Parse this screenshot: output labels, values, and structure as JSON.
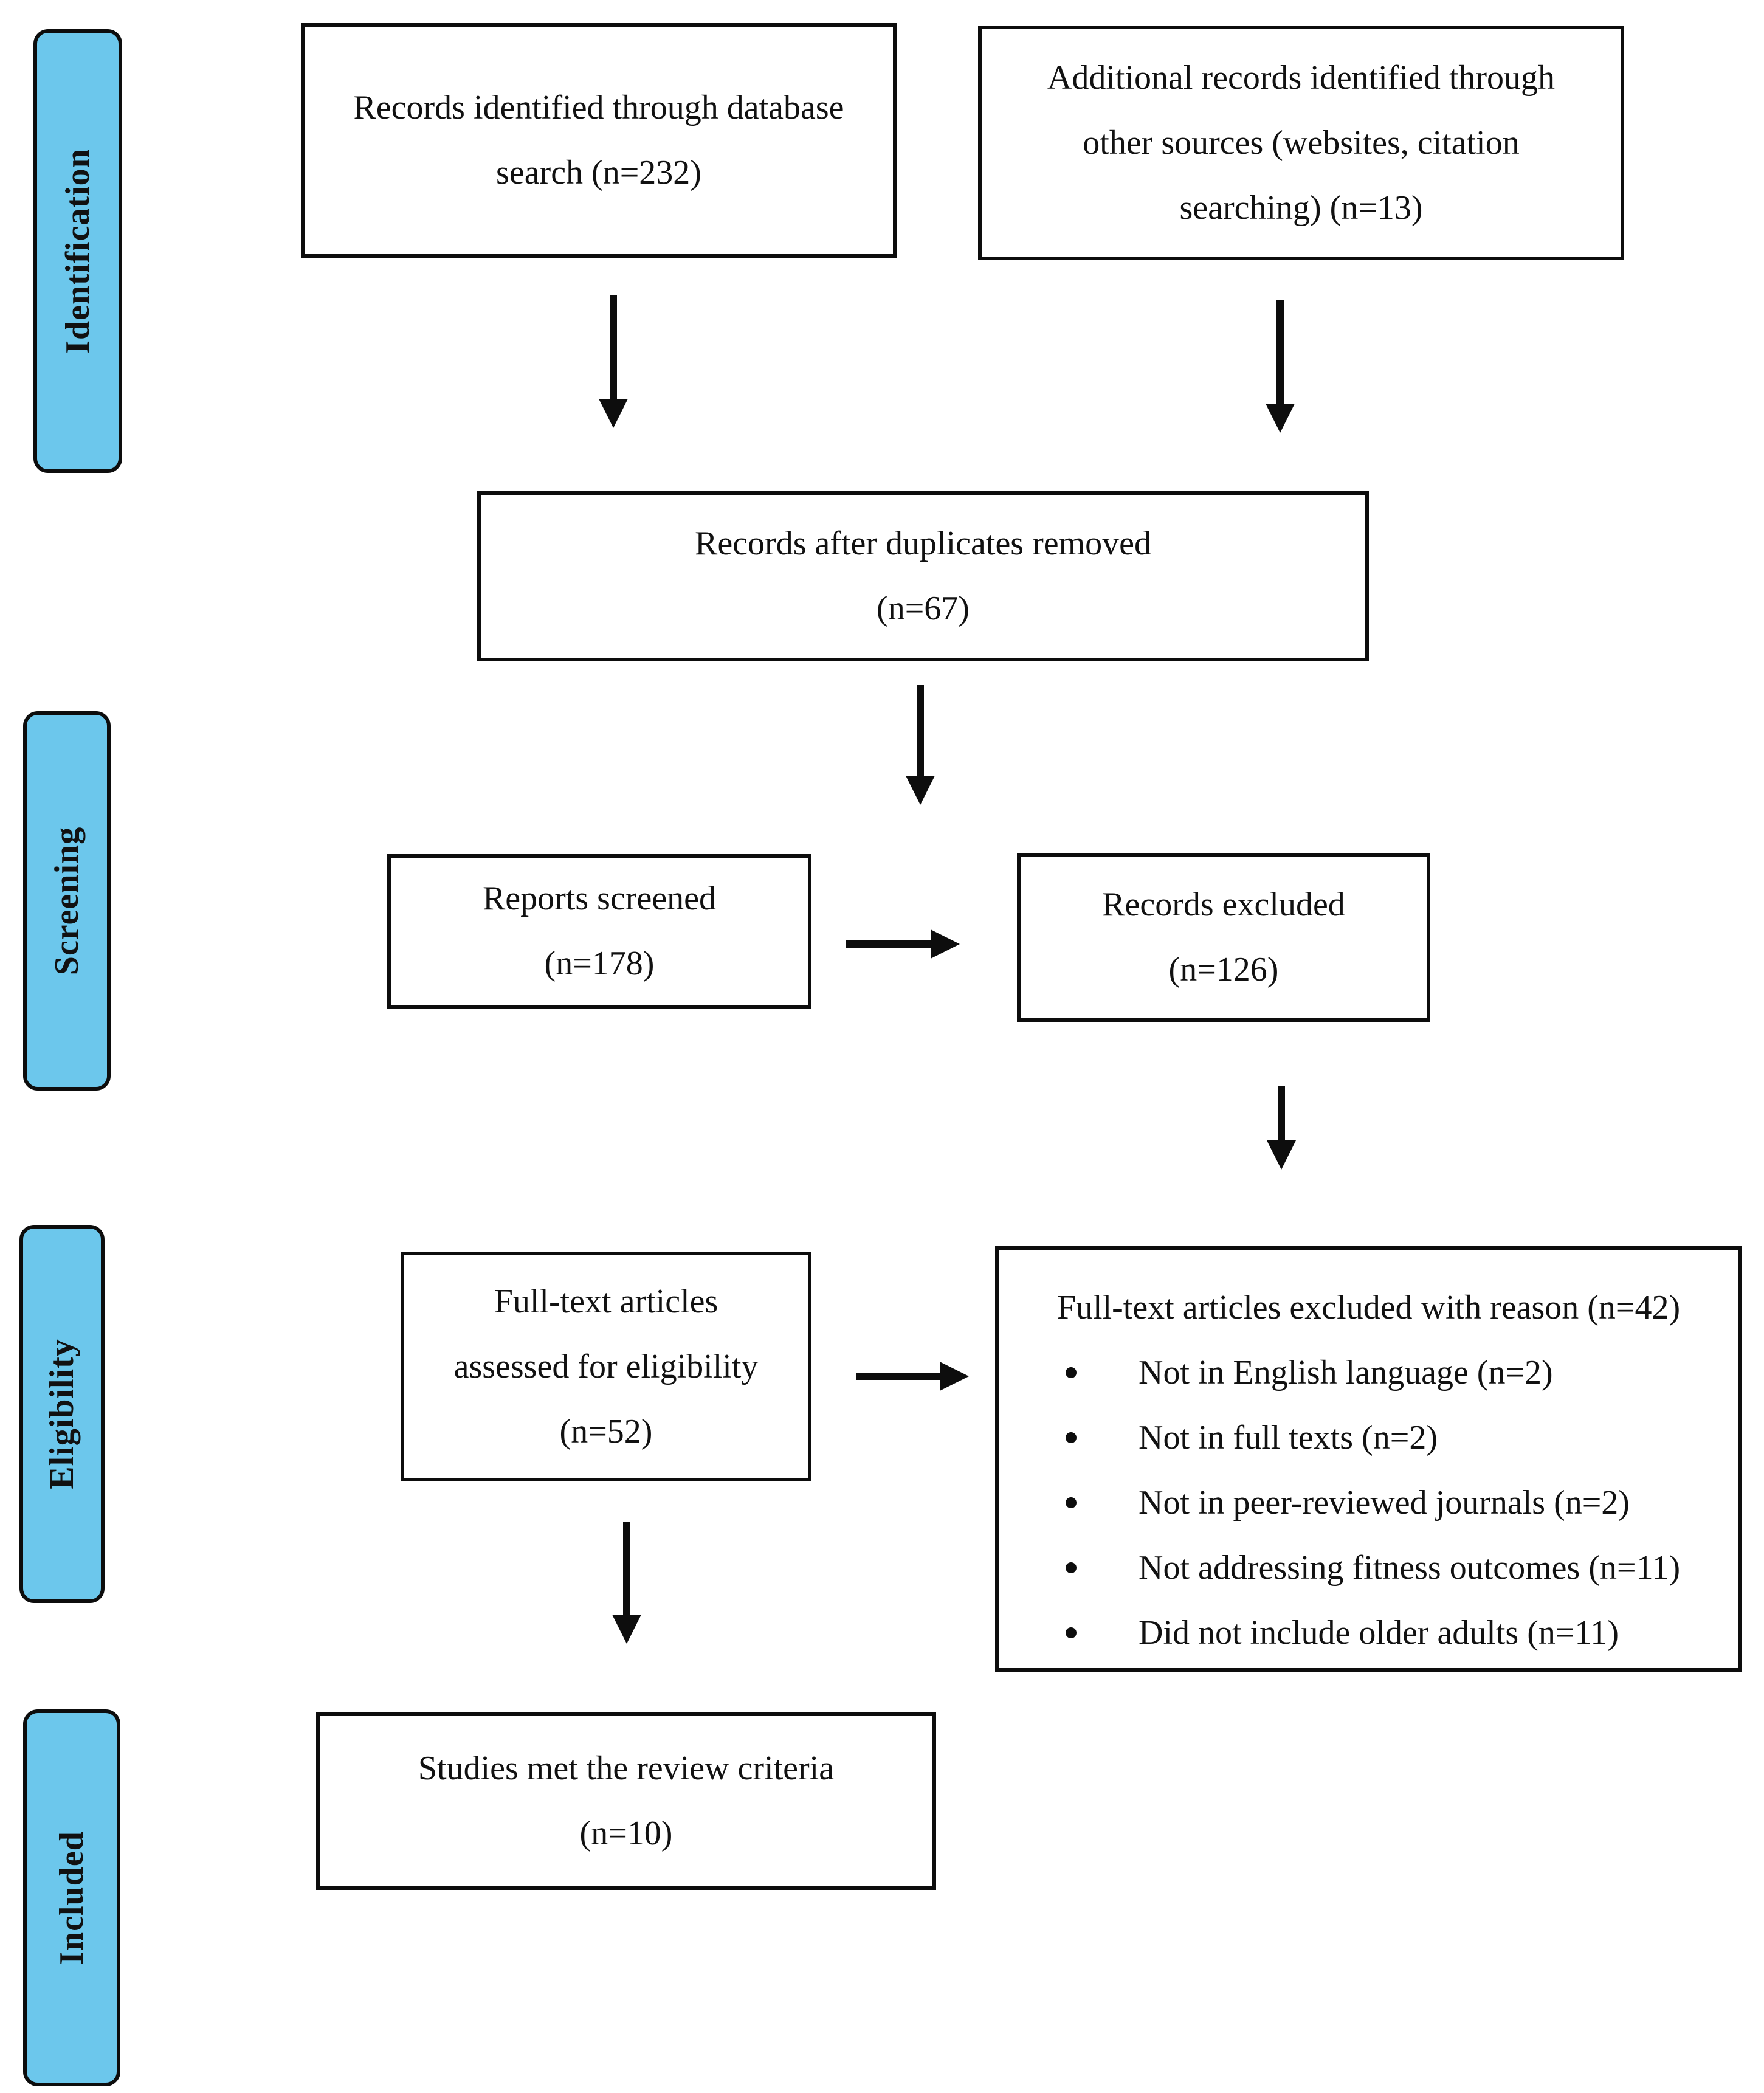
{
  "stages": {
    "identification": "Identification",
    "screening": "Screening",
    "eligibility": "Eligibility",
    "included": "Included"
  },
  "boxes": {
    "database_search": {
      "lines": [
        "Records identified through database",
        "search (n=232)"
      ]
    },
    "other_sources": {
      "lines": [
        "Additional records identified through",
        "other sources (websites, citation",
        "searching) (n=13)"
      ]
    },
    "after_duplicates": {
      "lines": [
        "Records after duplicates removed",
        "(n=67)"
      ]
    },
    "reports_screened": {
      "lines": [
        "Reports screened",
        "(n=178)"
      ]
    },
    "records_excluded": {
      "lines": [
        "Records excluded",
        "(n=126)"
      ]
    },
    "full_text_assessed": {
      "lines": [
        "Full-text articles",
        "assessed for eligibility",
        "(n=52)"
      ]
    },
    "full_text_excluded": {
      "heading": "Full-text articles excluded with reason (n=42)",
      "reasons": [
        "Not in English language (n=2)",
        "Not in full texts (n=2)",
        "Not in peer-reviewed journals (n=2)",
        "Not addressing fitness outcomes (n=11)",
        "Did not include older adults (n=11)"
      ]
    },
    "included_studies": {
      "lines": [
        "Studies met the review criteria",
        "(n=10)"
      ]
    }
  },
  "colors": {
    "stage_fill": "#6cc7ec",
    "stroke": "#0d0d0d",
    "background": "#ffffff"
  }
}
